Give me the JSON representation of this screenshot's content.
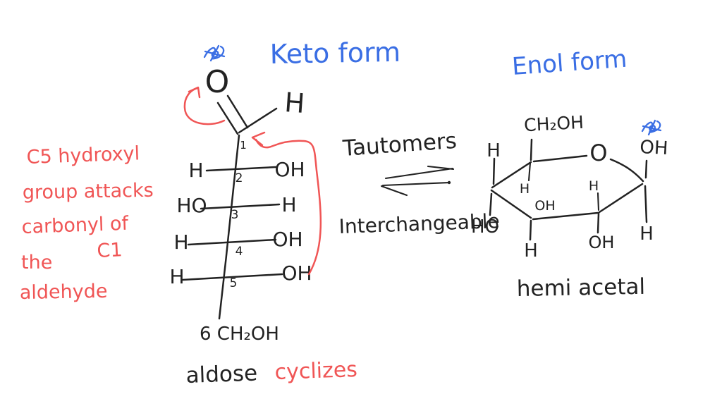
{
  "colors": {
    "bg": "#ffffff",
    "ink": "#222222",
    "red": "#f05555",
    "blue": "#3a6ee4"
  },
  "icons": {
    "scribble_mark": "✳ hand-drawn blue scribble doodle"
  },
  "labels": {
    "keto_form": "Keto form",
    "enol_form": "Enol form",
    "tautomers": "Tautomers",
    "interchangeable": "Interchangeable",
    "aldose": "aldose",
    "cyclizes": "cyclizes"
  },
  "red_note": {
    "line1": "C5 hydroxyl",
    "line2": "group attacks",
    "line3": "carbonyl of",
    "line4a": "the",
    "line4b": "C1",
    "line5": "aldehyde"
  },
  "fischer": {
    "carbonyl_o": "O",
    "carbonyl_h": "H",
    "c1_num": "1",
    "rows": [
      {
        "num": "2",
        "left": "H",
        "right": "OH"
      },
      {
        "num": "3",
        "left": "HO",
        "right": "H"
      },
      {
        "num": "4",
        "left": "H",
        "right": "OH"
      },
      {
        "num": "5",
        "left": "H",
        "right": "OH"
      }
    ],
    "c6": "6 CH₂OH"
  },
  "ring": {
    "ch2oh": "CH₂OH",
    "o": "O",
    "h_upper_left": "H",
    "ho_lower_left": "HO",
    "h_inner_left": "H",
    "oh_inner_left": "OH",
    "h_inner_right": "H",
    "oh_anomeric": "OH",
    "h_anomeric": "H",
    "h_below_left": "H",
    "oh_below_right": "OH",
    "caption": "hemi acetal"
  }
}
